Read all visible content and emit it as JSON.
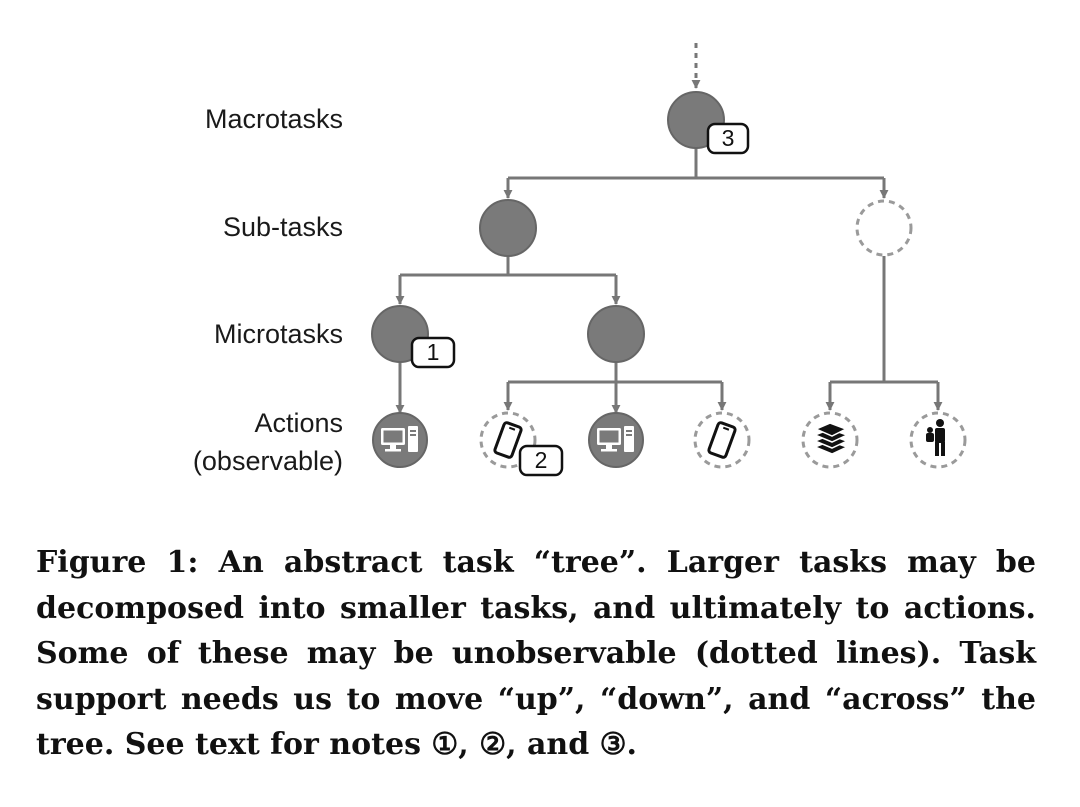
{
  "levels": {
    "macrotasks": "Macrotasks",
    "subtasks": "Sub-tasks",
    "microtasks": "Microtasks",
    "actions_line1": "Actions",
    "actions_line2": "(observable)"
  },
  "notes": {
    "note1": "1",
    "note2": "2",
    "note3": "3"
  },
  "nodes": {
    "macrotask": {
      "observable": true
    },
    "subtask_left": {
      "observable": true
    },
    "subtask_right": {
      "observable": false
    },
    "microtask_left": {
      "observable": true
    },
    "microtask_right": {
      "observable": true
    },
    "actions": [
      {
        "icon": "desktop-computer-icon",
        "observable": true
      },
      {
        "icon": "smartphone-icon",
        "observable": false
      },
      {
        "icon": "desktop-computer-icon",
        "observable": true
      },
      {
        "icon": "smartphone-icon",
        "observable": false
      },
      {
        "icon": "books-icon",
        "observable": false
      },
      {
        "icon": "person-carrying-child-icon",
        "observable": false
      }
    ]
  },
  "colors": {
    "node_fill": "#7a7a7a",
    "node_stroke": "#666666",
    "edge": "#777777",
    "dashed_stroke": "#9a9a9a"
  },
  "caption": {
    "text": "Figure 1: An abstract task “tree”. Larger tasks may be decomposed into smaller tasks, and ultimately to actions. Some of these may be unobservable (dotted lines). Task support needs us to move “up”, “down”, and “across” the tree. See text for notes ①, ②, and ③."
  }
}
